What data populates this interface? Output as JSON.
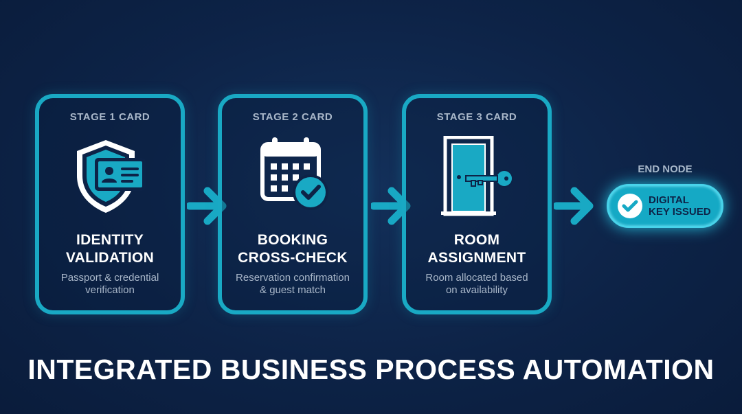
{
  "stages": [
    {
      "label": "STAGE 1 CARD",
      "title_line1": "IDENTITY",
      "title_line2": "VALIDATION",
      "desc_line1": "Passport & credential",
      "desc_line2": "verification",
      "icon": "shield-id-card-icon"
    },
    {
      "label": "STAGE 2 CARD",
      "title_line1": "BOOKING",
      "title_line2": "CROSS-CHECK",
      "desc_line1": "Reservation confirmation",
      "desc_line2": "& guest match",
      "icon": "calendar-check-icon"
    },
    {
      "label": "STAGE 3 CARD",
      "title_line1": "ROOM",
      "title_line2": "ASSIGNMENT",
      "desc_line1": "Room allocated based",
      "desc_line2": "on availability",
      "icon": "door-key-icon"
    }
  ],
  "end_node": {
    "label": "END NODE",
    "text_line1": "DIGITAL",
    "text_line2": "KEY ISSUED",
    "icon": "check-circle-icon"
  },
  "title": "INTEGRATED BUSINESS PROCESS AUTOMATION",
  "colors": {
    "background": "#0d2347",
    "accent": "#19a9c4",
    "muted_text": "#a9b7c9",
    "text": "#ffffff"
  }
}
